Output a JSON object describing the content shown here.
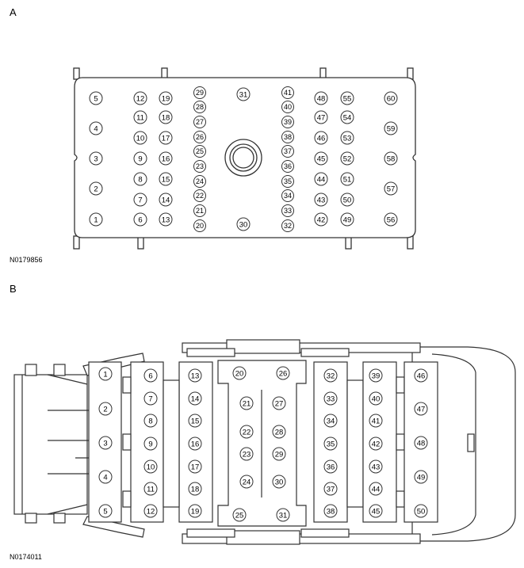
{
  "diagram_a": {
    "label": "A",
    "figure_code": "N0179856",
    "pins": [
      "1",
      "2",
      "3",
      "4",
      "5",
      "6",
      "7",
      "8",
      "9",
      "10",
      "11",
      "12",
      "13",
      "14",
      "15",
      "16",
      "17",
      "18",
      "19",
      "20",
      "21",
      "22",
      "23",
      "24",
      "25",
      "26",
      "27",
      "28",
      "29",
      "30",
      "31",
      "32",
      "33",
      "34",
      "35",
      "36",
      "37",
      "38",
      "39",
      "40",
      "41",
      "42",
      "43",
      "44",
      "45",
      "46",
      "47",
      "48",
      "49",
      "50",
      "51",
      "52",
      "53",
      "54",
      "55",
      "56",
      "57",
      "58",
      "59",
      "60"
    ]
  },
  "diagram_b": {
    "label": "B",
    "figure_code": "N0174011",
    "pins": [
      "1",
      "2",
      "3",
      "4",
      "5",
      "6",
      "7",
      "8",
      "9",
      "10",
      "11",
      "12",
      "13",
      "14",
      "15",
      "16",
      "17",
      "18",
      "19",
      "20",
      "21",
      "22",
      "23",
      "24",
      "25",
      "26",
      "27",
      "28",
      "29",
      "30",
      "31",
      "32",
      "33",
      "34",
      "35",
      "36",
      "37",
      "38",
      "39",
      "40",
      "41",
      "42",
      "43",
      "44",
      "45",
      "46",
      "47",
      "48",
      "49",
      "50"
    ]
  },
  "colors": {
    "line": "#333333",
    "body_fill": "#ffffff"
  }
}
